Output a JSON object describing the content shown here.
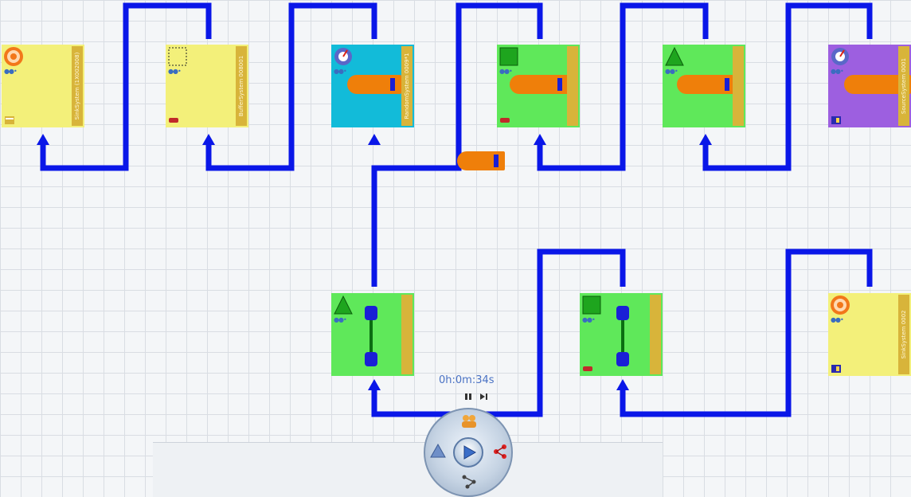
{
  "simulation": {
    "elapsed_time": "0h:0m:34s"
  },
  "stations": [
    {
      "id": "st1",
      "label": "SinkSystem (1X002008)",
      "color": "#f3f07a"
    },
    {
      "id": "st2",
      "label": "BufferSystem 008001",
      "color": "#f3f07a"
    },
    {
      "id": "st3",
      "label": "RandomSystem 0009*1",
      "color": "#12bbd9"
    },
    {
      "id": "st4",
      "label": "",
      "color": "#5fe85a"
    },
    {
      "id": "st5",
      "label": "",
      "color": "#5fe85a"
    },
    {
      "id": "st6",
      "label": "SourceSystem 0001",
      "color": "#9d5fe0"
    },
    {
      "id": "st7",
      "label": "",
      "color": "#5fe85a"
    },
    {
      "id": "st8",
      "label": "",
      "color": "#5fe85a"
    },
    {
      "id": "st9",
      "label": "SinkSystem 0002",
      "color": "#f3f07a"
    }
  ],
  "icons": {
    "target": "target-icon",
    "cylinder": "cylinder-icon",
    "dial": "dial-icon",
    "triangle": "triangle-icon",
    "play": "play-icon",
    "pause": "pause-icon",
    "step": "step-forward-icon",
    "people": "people-icon",
    "pyramid": "pyramid-icon",
    "hierarchy": "hierarchy-icon",
    "network": "network-icon"
  },
  "colors": {
    "connector": "#0a17e8",
    "belt": "#ef7f0a",
    "timer_text": "#4a72c4"
  }
}
